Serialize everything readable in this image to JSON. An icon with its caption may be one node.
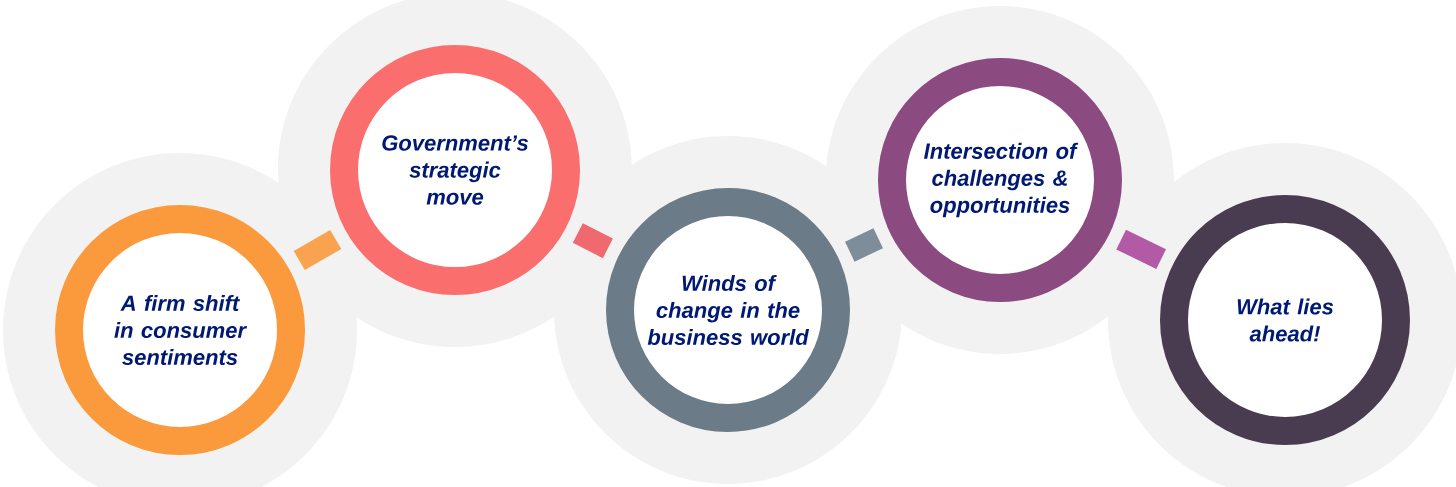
{
  "diagram": {
    "nodes": [
      {
        "text": [
          "A firm shift in consumer sentiments"
        ]
      },
      {
        "text": [
          "Government’s strategic move"
        ]
      },
      {
        "text": [
          "Winds of change in the business world"
        ]
      },
      {
        "text": [
          "Intersection of challenges & opportunities"
        ]
      },
      {
        "text": [
          "What lies ahead!"
        ]
      }
    ],
    "edges": [
      {
        "from": 0,
        "to": 1,
        "arrow": "none",
        "color": "#f9a24f"
      },
      {
        "from": 1,
        "to": 2,
        "arrow": "none",
        "color": "#f0696e"
      },
      {
        "from": 2,
        "to": 3,
        "arrow": "none",
        "color": "#7d8d99"
      },
      {
        "from": 3,
        "to": 4,
        "arrow": "none",
        "color": "#b35aa6"
      }
    ]
  }
}
